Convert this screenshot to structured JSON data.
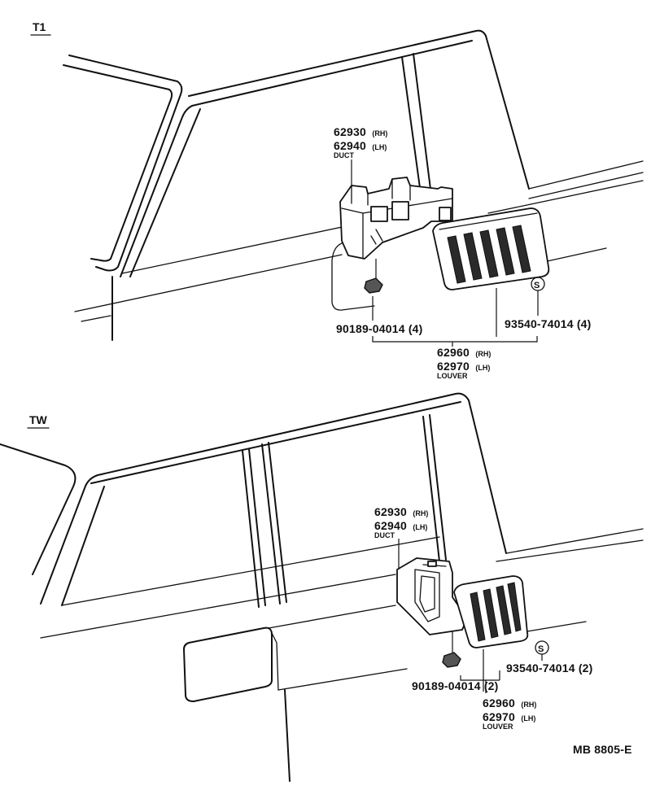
{
  "sections": {
    "t1": "T1",
    "tw": "TW"
  },
  "t1": {
    "duct_rh": {
      "number": "62930",
      "suffix": "(RH)"
    },
    "duct_lh": {
      "number": "62940",
      "suffix": "(LH)"
    },
    "duct_name": "DUCT",
    "screw": "90189-04014 (4)",
    "clip": "93540-74014 (4)",
    "louver_rh": {
      "number": "62960",
      "suffix": "(RH)"
    },
    "louver_lh": {
      "number": "62970",
      "suffix": "(LH)"
    },
    "louver_name": "LOUVER"
  },
  "tw": {
    "duct_rh": {
      "number": "62930",
      "suffix": "(RH)"
    },
    "duct_lh": {
      "number": "62940",
      "suffix": "(LH)"
    },
    "duct_name": "DUCT",
    "screw": "90189-04014 (2)",
    "clip": "93540-74014 (2)",
    "louver_rh": {
      "number": "62960",
      "suffix": "(RH)"
    },
    "louver_lh": {
      "number": "62970",
      "suffix": "(LH)"
    },
    "louver_name": "LOUVER"
  },
  "clip_symbol": "S",
  "drawing_code": "MB 8805-E"
}
